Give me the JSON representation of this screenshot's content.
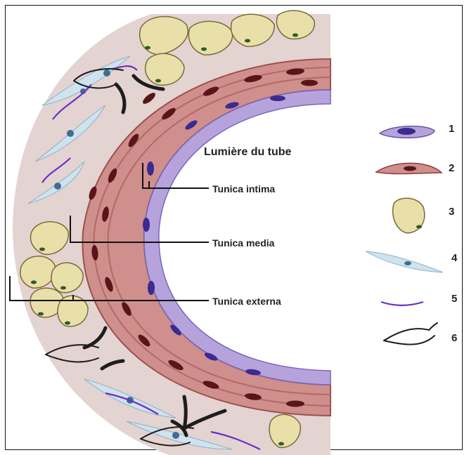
{
  "labels": {
    "lumen": "Lumière du tube",
    "intima": "Tunica intima",
    "media": "Tunica media",
    "externa": "Tunica externa"
  },
  "legend": [
    {
      "number": "1",
      "icon": "endothelial-cell-icon"
    },
    {
      "number": "2",
      "icon": "smooth-muscle-cell-icon"
    },
    {
      "number": "3",
      "icon": "adipocyte-icon"
    },
    {
      "number": "4",
      "icon": "fibroblast-icon"
    },
    {
      "number": "5",
      "icon": "collagen-fiber-icon"
    },
    {
      "number": "6",
      "icon": "nerve-fiber-icon"
    }
  ],
  "colors": {
    "externa_bg": "#e3d3d1",
    "media": "#cf8f8c",
    "media_dark": "#8e3c3a",
    "muscle_nucleus": "#5a1518",
    "endothelium": "#b6a3dc",
    "endothelium_nucleus": "#3b2a8f",
    "fat_cell": "#e9dfa9",
    "fat_outline": "#7a6a3b",
    "fat_nucleus": "#2f5a2c",
    "fibroblast": "#cfe3ee",
    "fibroblast_nucleus": "#3e6e93",
    "collagen": "#6b2fc4",
    "nerve": "#1d1d1d"
  }
}
